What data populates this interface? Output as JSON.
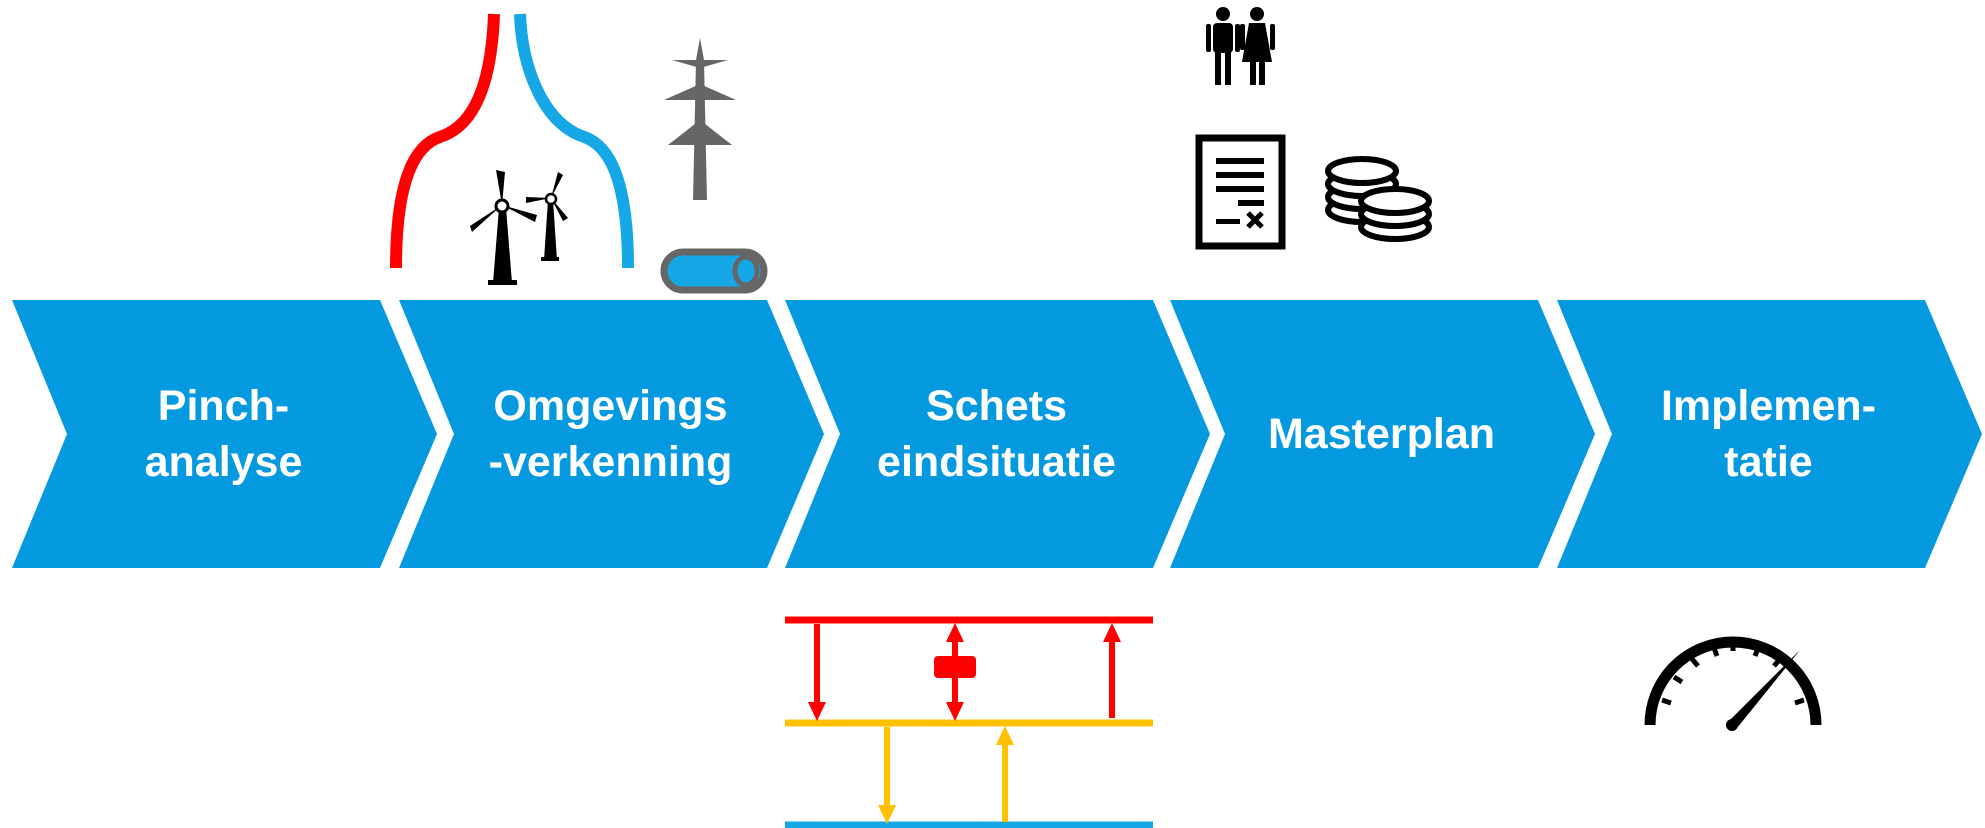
{
  "process": {
    "steps": [
      {
        "id": "pinch",
        "label": "Pinch-\nanalyse"
      },
      {
        "id": "omgeving",
        "label": "Omgevings\n-verkenning"
      },
      {
        "id": "schets",
        "label": "Schets\neindsituatie"
      },
      {
        "id": "masterplan",
        "label": "Masterplan"
      },
      {
        "id": "implementatie",
        "label": "Implemen-\ntatie"
      }
    ]
  },
  "icons": [
    "heat-exchange-icon",
    "wind-turbines-icon",
    "power-pylon-icon",
    "pipe-icon",
    "people-icon",
    "contract-icon",
    "coins-icon",
    "energy-cascade-icon",
    "speedometer-icon"
  ],
  "colors": {
    "chevron": "#0599e0",
    "hot": "#ff0000",
    "cold": "#16a7e6",
    "warm": "#ffc000",
    "dark": "#000000",
    "grey": "#666666"
  }
}
